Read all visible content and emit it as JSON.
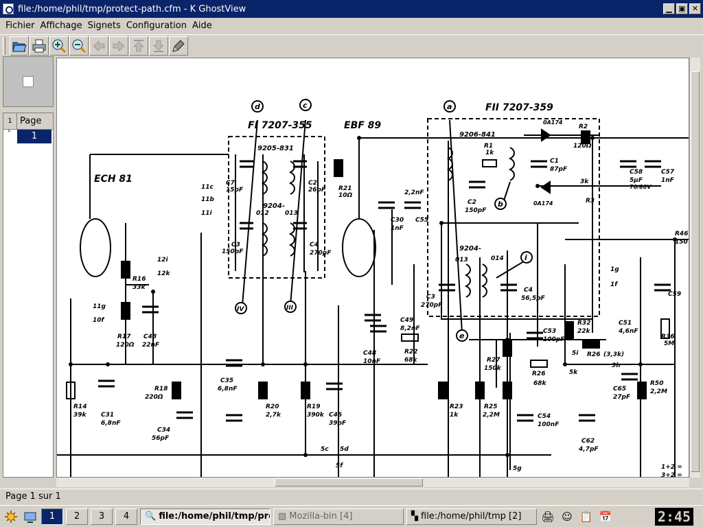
{
  "window": {
    "title": "file:/home/phil/tmp/protect-path.cfm - K GhostView",
    "buttons": {
      "minimize": "▁",
      "maximize": "▣",
      "close": "✕"
    }
  },
  "menu": {
    "items": [
      {
        "label": "Fichier",
        "icon": ""
      },
      {
        "label": "Affichage"
      },
      {
        "label": "Signets"
      },
      {
        "label": "Configuration"
      },
      {
        "label": "Aide"
      }
    ]
  },
  "toolbar": {
    "buttons": [
      "open-icon",
      "print-icon",
      "zoom-in-icon",
      "zoom-out-icon",
      "back-icon",
      "forward-icon",
      "page-up-icon",
      "page-down-icon",
      "marker-icon"
    ]
  },
  "pagelist": {
    "header": "Page",
    "marker": "1",
    "rows": [
      {
        "flag": "°",
        "page": "1"
      }
    ]
  },
  "schematic": {
    "labels": {
      "l1": "FI 7207-355",
      "l2": "EBF 89",
      "l3": "FII 7207-359",
      "l4": "ECH 81",
      "l5": "9205-831",
      "l6": "9206-841",
      "l7": "9204-",
      "l8": "9204-",
      "l9": "C7",
      "l10": "15pF",
      "l11": "C2",
      "l12": "26pF",
      "l13": "R21",
      "l14": "10Ω",
      "l15": "C3",
      "l16": "150pF",
      "l17": "C4",
      "l18": "270pF",
      "l19": "R16",
      "l20": "33k",
      "l21": "R17",
      "l22": "120Ω",
      "l23": "C48",
      "l24": "22nF",
      "l25": "C30",
      "l26": "1nF",
      "l27": "2,2nF",
      "l28": "C55",
      "l29": "C49",
      "l30": "8,2nF",
      "l31": "R22",
      "l32": "68k",
      "l33": "C48",
      "l34": "10nF",
      "l35": "C1",
      "l36": "87pF",
      "l37": "C2",
      "l38": "150pF",
      "l39": "R1",
      "l40": "1k",
      "l41": "R2",
      "l42": "120Ω",
      "l43": "3k",
      "l44": "R3",
      "l45": "0A174",
      "l46": "0A174",
      "l47": "C58",
      "l48": "5µF",
      "l49": "70/80V",
      "l50": "C57",
      "l51": "1nF",
      "l52": "C3",
      "l53": "270pF",
      "l54": "C4",
      "l55": "56,5pF",
      "l56": "C53",
      "l57": "100pF",
      "l58": "R32",
      "l59": "22k",
      "l60": "C51",
      "l61": "4,6nF",
      "l62": "R26",
      "l63": "(3,3k)",
      "l64": "R27",
      "l65": "150k",
      "l66": "R26",
      "l67": "68k",
      "l68": "R23",
      "l69": "1k",
      "l70": "R25",
      "l71": "2,2M",
      "l72": "C54",
      "l73": "100nF",
      "l74": "R18",
      "l75": "220Ω",
      "l76": "C34",
      "l77": "56pF",
      "l78": "C35",
      "l79": "6,8nF",
      "l80": "R20",
      "l81": "2,7k",
      "l82": "R19",
      "l83": "390k",
      "l84": "C46",
      "l85": "39pF",
      "l86": "R14",
      "l87": "39k",
      "l88": "C31",
      "l89": "6,8nF",
      "l90": "C65",
      "l91": "27pF",
      "l92": "R50",
      "l93": "2,2M",
      "l94": "C62",
      "l95": "4,7pF",
      "l96": "R36",
      "l97": "5M",
      "l98": "C59",
      "l99": "R46",
      "l100": "150",
      "l101": "d",
      "l102": "c",
      "l103": "a",
      "l104": "b",
      "l105": "e",
      "l106": "i",
      "l107": "IV",
      "l108": "III",
      "l109": "12i",
      "l110": "12k",
      "l111": "11g",
      "l112": "10f",
      "l113": "11c",
      "l114": "11b",
      "l115": "11i",
      "l116": "5c",
      "l117": "5d",
      "l118": "5f",
      "l119": "5g",
      "l120": "5i",
      "l121": "5k",
      "l122": "3h",
      "l123": "1g",
      "l124": "1f",
      "l125": "013",
      "l126": "014",
      "l127": "013",
      "l128": "012",
      "l129": "1+2 =",
      "l130": "3+2 ="
    }
  },
  "status": {
    "text": "Page 1 sur 1"
  },
  "taskbar": {
    "desktops": [
      "1",
      "2",
      "3",
      "4"
    ],
    "tasks": [
      {
        "label": "file:/home/phil/tmp/pro",
        "state": "active"
      },
      {
        "label": "Mozilla-bin [4]",
        "state": "dim"
      },
      {
        "label": "file:/home/phil/tmp [2]",
        "state": "inactive"
      }
    ],
    "clock": "2:45"
  }
}
